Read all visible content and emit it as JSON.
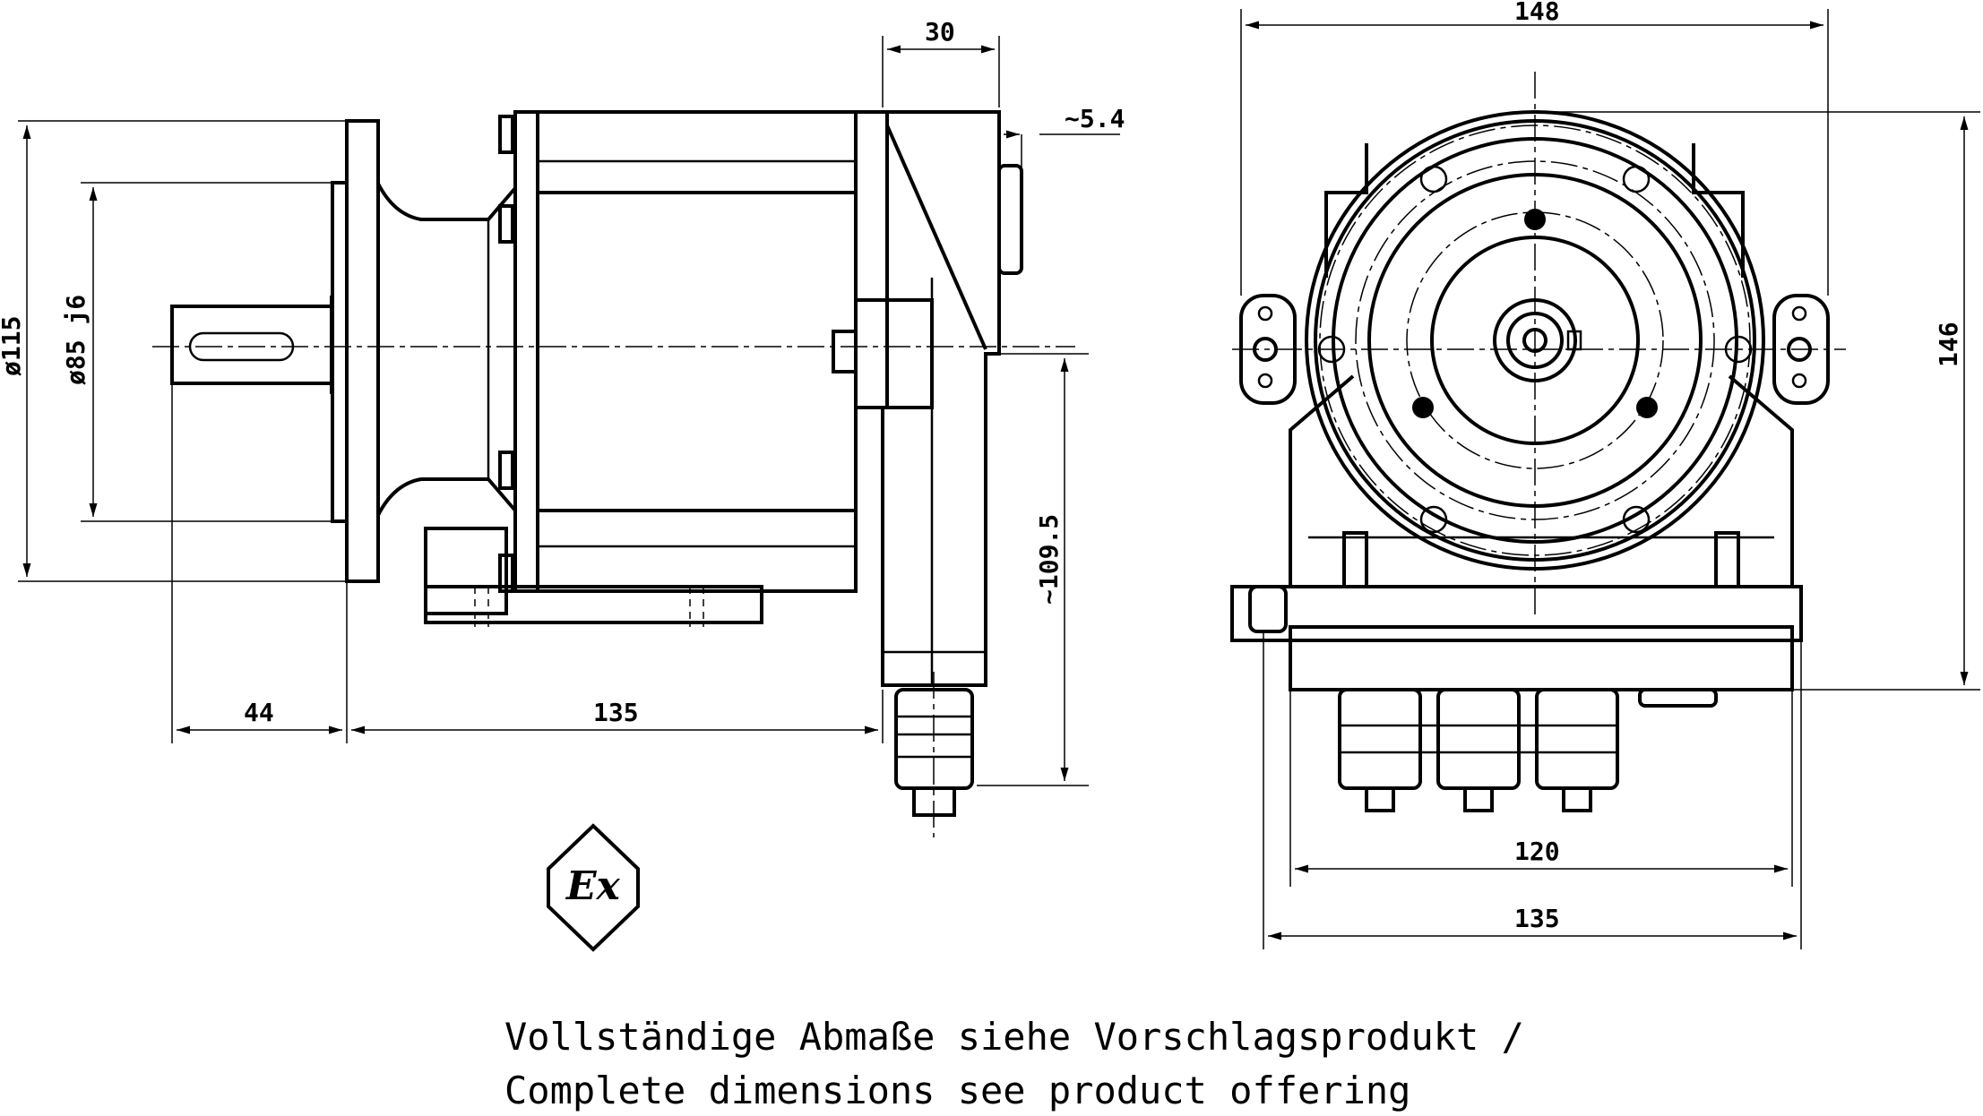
{
  "dimensions": {
    "side_view": {
      "flange_dia": "ø115",
      "pilot_dia": "ø85 j6",
      "width_30": "30",
      "offset": "~5.4",
      "height_109": "~109.5",
      "shaft_len": "44",
      "body_len": "135"
    },
    "front_view": {
      "width_148": "148",
      "height_146": "146",
      "base_120": "120",
      "base_135": "135"
    }
  },
  "ex_mark": {
    "label": "Ex"
  },
  "note": {
    "line_de": "Vollständige Abmaße siehe Vorschlagsprodukt /",
    "line_en": "Complete dimensions see product offering"
  }
}
